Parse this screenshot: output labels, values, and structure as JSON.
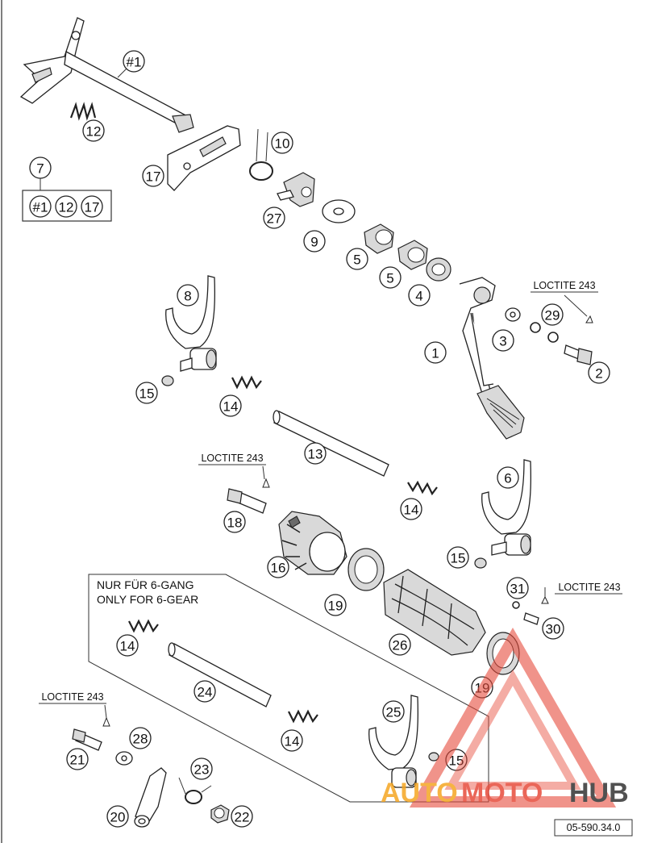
{
  "diagram": {
    "parts": [
      {
        "key": "p1",
        "label": "#1"
      },
      {
        "key": "p12a",
        "label": "12"
      },
      {
        "key": "p7",
        "label": "7"
      },
      {
        "key": "k1",
        "label": "#1"
      },
      {
        "key": "k12",
        "label": "12"
      },
      {
        "key": "k17",
        "label": "17"
      },
      {
        "key": "p10",
        "label": "10"
      },
      {
        "key": "p17",
        "label": "17"
      },
      {
        "key": "p27",
        "label": "27"
      },
      {
        "key": "p9",
        "label": "9"
      },
      {
        "key": "p5a",
        "label": "5"
      },
      {
        "key": "p5b",
        "label": "5"
      },
      {
        "key": "p4",
        "label": "4"
      },
      {
        "key": "p8",
        "label": "8"
      },
      {
        "key": "p29",
        "label": "29"
      },
      {
        "key": "p3",
        "label": "3"
      },
      {
        "key": "p1b",
        "label": "1"
      },
      {
        "key": "p2",
        "label": "2"
      },
      {
        "key": "p15a",
        "label": "15"
      },
      {
        "key": "p14a",
        "label": "14"
      },
      {
        "key": "p13",
        "label": "13"
      },
      {
        "key": "p6",
        "label": "6"
      },
      {
        "key": "p14b",
        "label": "14"
      },
      {
        "key": "p18",
        "label": "18"
      },
      {
        "key": "p16",
        "label": "16"
      },
      {
        "key": "p15b",
        "label": "15"
      },
      {
        "key": "p31",
        "label": "31"
      },
      {
        "key": "p30",
        "label": "30"
      },
      {
        "key": "p19a",
        "label": "19"
      },
      {
        "key": "p26",
        "label": "26"
      },
      {
        "key": "p19b",
        "label": "19"
      },
      {
        "key": "p14c",
        "label": "14"
      },
      {
        "key": "p24",
        "label": "24"
      },
      {
        "key": "p14d",
        "label": "14"
      },
      {
        "key": "p25",
        "label": "25"
      },
      {
        "key": "p28",
        "label": "28"
      },
      {
        "key": "p21",
        "label": "21"
      },
      {
        "key": "p15c",
        "label": "15"
      },
      {
        "key": "p23",
        "label": "23"
      },
      {
        "key": "p20",
        "label": "20"
      },
      {
        "key": "p22",
        "label": "22"
      }
    ],
    "loctite": [
      "LOCTITE 243",
      "LOCTITE 243",
      "LOCTITE 243",
      "LOCTITE 243"
    ],
    "note_line1": "NUR FÜR 6-GANG",
    "note_line2": "ONLY FOR 6-GEAR",
    "ref_code": "05-590.34.0"
  },
  "watermark": {
    "text_auto": "AUTO",
    "text_moto": "MOTO",
    "text_hub": "HUB",
    "color_orange": "#f5a623",
    "color_red": "#e74c3c",
    "color_dark": "#333333"
  }
}
